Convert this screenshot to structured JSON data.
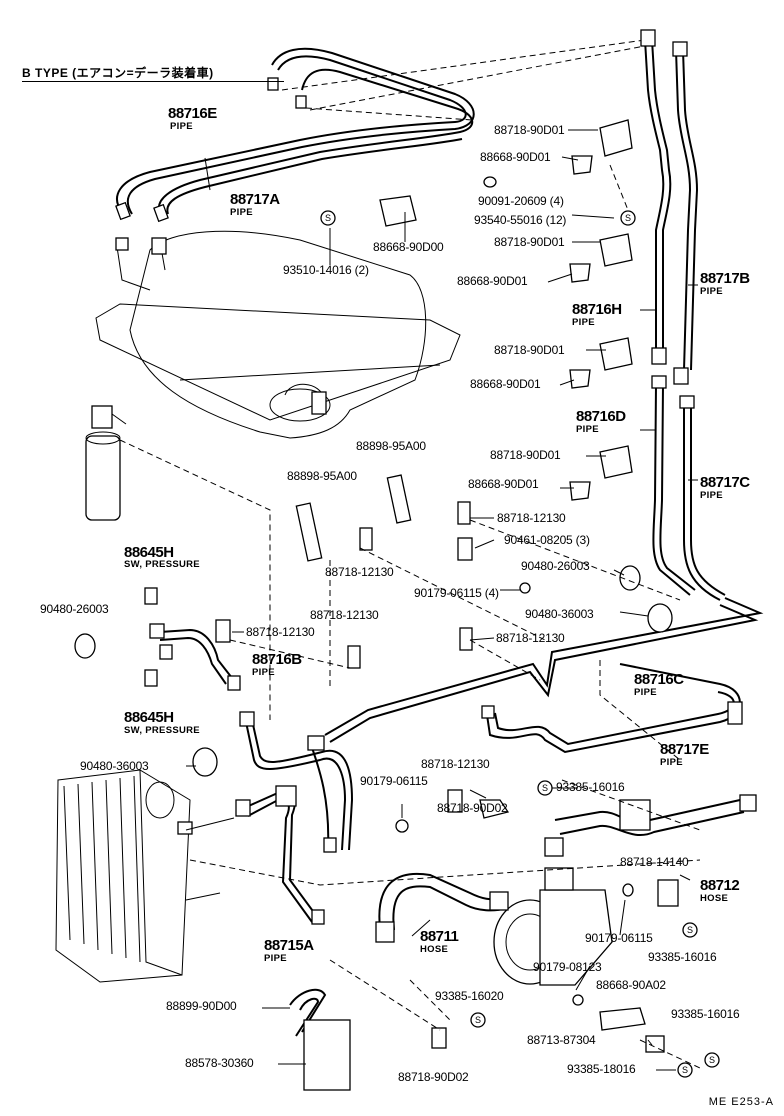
{
  "header": {
    "title": "B TYPE (エアコン=デーラ装着車)"
  },
  "footer": {
    "code": "ME E253-A"
  },
  "labels": {
    "l88716E": "88716E",
    "l88716E_sub": "PIPE",
    "l88717A": "88717A",
    "l88717A_sub": "PIPE",
    "l88668_90D00": "88668-90D00",
    "l93510": "93510-14016 (2)",
    "r88718_1": "88718-90D01",
    "r88668_1": "88668-90D01",
    "r90091": "90091-20609 (4)",
    "r93540": "93540-55016 (12)",
    "r88718_2": "88718-90D01",
    "r88668_2": "88668-90D01",
    "l88717B": "88717B",
    "l88717B_sub": "PIPE",
    "l88716H": "88716H",
    "l88716H_sub": "PIPE",
    "r88718_3": "88718-90D01",
    "r88668_3": "88668-90D01",
    "l88716D": "88716D",
    "l88716D_sub": "PIPE",
    "r88718_4": "88718-90D01",
    "r88668_4": "88668-90D01",
    "l88717C": "88717C",
    "l88717C_sub": "PIPE",
    "l88898_a": "88898-95A00",
    "l88898_b": "88898-95A00",
    "l88718_12130_a": "88718-12130",
    "l90461": "90461-08205 (3)",
    "l90480_26003_r": "90480-26003",
    "l88718_12130_b": "88718-12130",
    "l90179_4": "90179-06115 (4)",
    "l90480_36003_r": "90480-36003",
    "l88645H_a": "88645H",
    "l88645H_a_sub": "SW, PRESSURE",
    "l90480_26003_l": "90480-26003",
    "l88718_12130_c": "88718-12130",
    "l88718_12130_d": "88718-12130",
    "l88716B": "88716B",
    "l88716B_sub": "PIPE",
    "l88718_12130_e": "88718-12130",
    "l88716C": "88716C",
    "l88716C_sub": "PIPE",
    "l88645H_b": "88645H",
    "l88645H_b_sub": "SW, PRESSURE",
    "l88717E": "88717E",
    "l88717E_sub": "PIPE",
    "l90480_36003_l": "90480-36003",
    "l88718_12130_f": "88718-12130",
    "l90179_06115": "90179-06115",
    "l93385_a": "93385-16016",
    "l88718_90D02_a": "88718-90D02",
    "l88718_14140": "88718-14140",
    "l88712": "88712",
    "l88712_sub": "HOSE",
    "l88711": "88711",
    "l88711_sub": "HOSE",
    "l90179_06115_b": "90179-06115",
    "l93385_b": "93385-16016",
    "l88715A": "88715A",
    "l88715A_sub": "PIPE",
    "l90179_08123": "90179-08123",
    "l88668_90A02": "88668-90A02",
    "l88899": "88899-90D00",
    "l93385_16020": "93385-16020",
    "l93385_c": "93385-16016",
    "l88713": "88713-87304",
    "l88578": "88578-30360",
    "l88718_90D02_b": "88718-90D02",
    "l93385_18016": "93385-18016"
  }
}
